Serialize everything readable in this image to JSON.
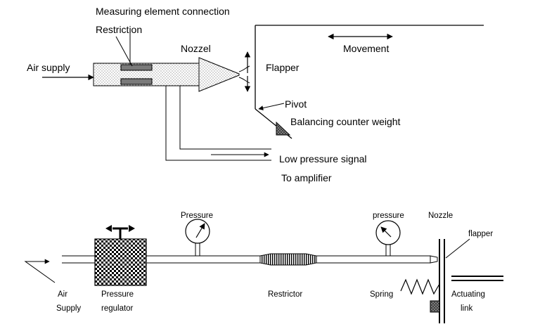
{
  "top_diagram": {
    "measuring_element_connection": "Measuring element connection",
    "restriction": "Restriction",
    "nozzel": "Nozzel",
    "air_supply": "Air supply",
    "flapper": "Flapper",
    "movement": "Movement",
    "pivot": "Pivot",
    "balancing_counter_weight": "Balancing counter weight",
    "low_pressure_signal": "Low pressure signal",
    "to_amplifier": "To amplifier"
  },
  "bottom_diagram": {
    "air": "Air",
    "supply": "Supply",
    "pressure_label": "Pressure",
    "regulator": "regulator",
    "pressure_gauge_1": "Pressure",
    "restrictor": "Restrictor",
    "pressure_gauge_2": "pressure",
    "nozzle": "Nozzle",
    "flapper": "flapper",
    "spring": "Spring",
    "actuating": "Actuating",
    "link": "link"
  }
}
